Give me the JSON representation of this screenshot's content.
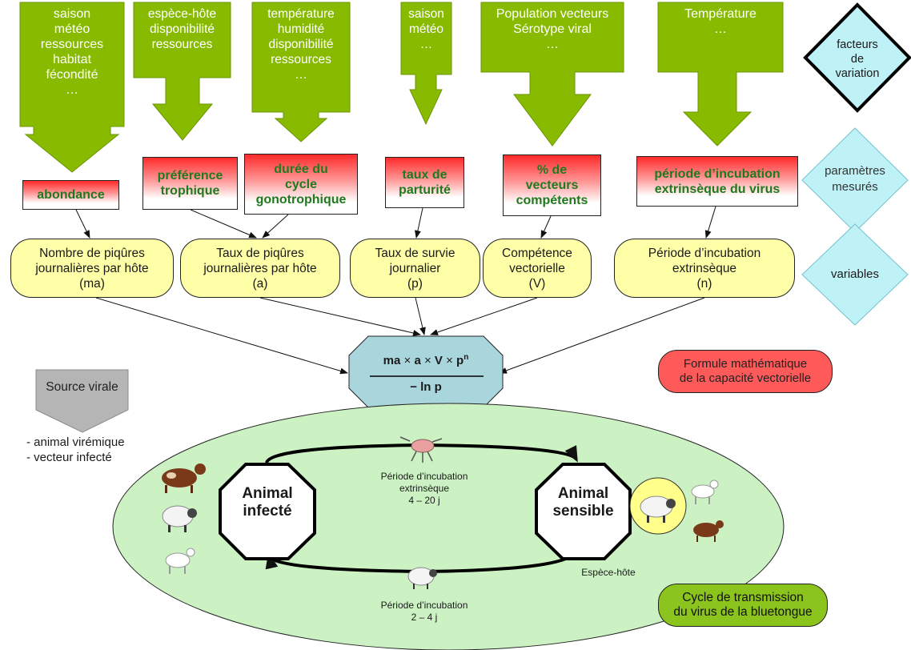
{
  "factors": [
    "saison\nmétéo\nressources\nhabitat\nfécondité\n…",
    "espèce-hôte\ndisponibilité\nressources",
    "température\nhumidité\ndisponibilité\nressources\n…",
    "saison\nmétéo\n…",
    "Population vecteurs\nSérotype viral\n…",
    "Température\n…"
  ],
  "parameters": [
    "abondance",
    "préférence\ntrophique",
    "durée du\ncycle\ngonotrophique",
    "taux de\nparturité",
    "% de\nvecteurs\ncompétents",
    "période d’incubation\nextrinsèque du virus"
  ],
  "variables": [
    "Nombre de piqûres\njournalières par hôte\n(ma)",
    "Taux de piqûres\njournalières par hôte\n(a)",
    "Taux de survie\njournalier\n(p)",
    "Compétence\nvectorielle\n(V)",
    "Période d’incubation\nextrinsèque\n(n)"
  ],
  "legend": {
    "factors": "facteurs\nde\nvariation",
    "parameters": "paramètres\nmesurés",
    "variables": "variables"
  },
  "formula": {
    "numerator_terms": [
      "ma",
      "a",
      "V",
      "p"
    ],
    "operator": "×",
    "exponent": "n",
    "denominator": "− ln p",
    "caption": "Formule mathématique\nde la capacité vectorielle"
  },
  "source": {
    "label": "Source virale",
    "items": "- animal virémique\n- vecteur infecté"
  },
  "cycle": {
    "infected": "Animal\ninfecté",
    "susceptible": "Animal\nsensible",
    "top_label": "Période d’incubation\nextrinsèque\n4 – 20 j",
    "bottom_label": "Période d’incubation\n2 – 4 j",
    "host_label": "Espèce-hôte",
    "title": "Cycle de transmission\ndu virus de la bluetongue"
  },
  "colors": {
    "factor_green": "#88bb00",
    "parameter_red": "#ff2a2a",
    "parameter_text": "#1f7a1f",
    "variable_yellow": "#ffffa8",
    "legend_cyan": "#bff2f7",
    "formula_blue": "#a9d6dd",
    "cycle_green": "#ccf2c4",
    "caption_red": "#ff5a5a",
    "title_green": "#8cc41e",
    "source_grey": "#b5b5b5"
  }
}
